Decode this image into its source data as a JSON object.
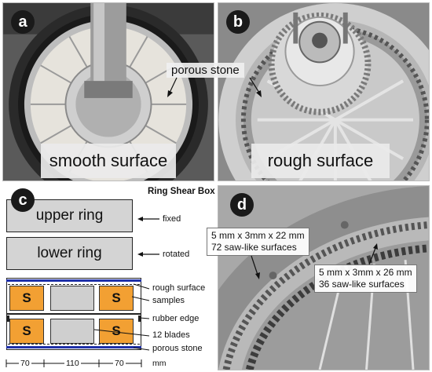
{
  "panels": {
    "a": {
      "letter": "a",
      "caption": "smooth surface",
      "annotation": "porous stone"
    },
    "b": {
      "letter": "b",
      "caption": "rough surface"
    },
    "c": {
      "letter": "c",
      "title": "Ring Shear Box",
      "upper_ring": "upper ring",
      "lower_ring": "lower ring",
      "fixed": "fixed",
      "rotated": "rotated",
      "sample_letter": "S",
      "legend": {
        "rough_surface": "rough surface",
        "samples": "samples",
        "rubber_edge": "rubber edge",
        "blades": "12 blades",
        "porous_stone": "porous stone"
      },
      "scale": {
        "left": "70",
        "middle": "110",
        "right": "70",
        "unit": "mm"
      }
    },
    "d": {
      "letter": "d",
      "upper_line1": "5 mm x 3mm x 22 mm",
      "upper_line2": "72 saw-like surfaces",
      "lower_line1": "5 mm x 3mm x 26 mm",
      "lower_line2": "36 saw-like surfaces"
    }
  },
  "colors": {
    "sample_fill": "#f2a033",
    "blue_line": "#1d2fa8",
    "ring_fill": "#d4d4d4"
  }
}
